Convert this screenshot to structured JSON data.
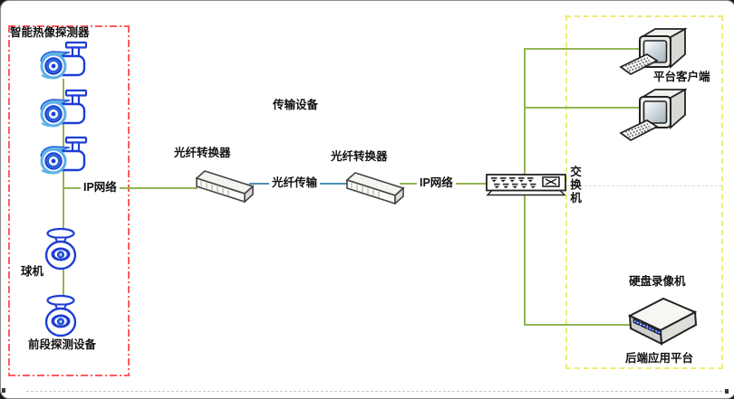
{
  "regions": {
    "front": {
      "title": "智能热像探测器",
      "dome_label": "球机",
      "caption": "前段探测设备",
      "camera_count": 3,
      "dome_count": 2
    },
    "transmission": {
      "caption": "传输设备",
      "converter_left": "光纤转换器",
      "converter_right": "光纤转换器"
    },
    "back": {
      "clients_caption": "平台客户端",
      "client_count": 2,
      "dvr_caption": "硬盘录像机",
      "platform_caption": "后端应用平台"
    }
  },
  "links": {
    "ip_front": "IP网络",
    "fiber": "光纤传输",
    "ip_back": "IP网络"
  },
  "switch": {
    "label": "交换机"
  },
  "icons": {
    "camera": "bullet-camera-icon",
    "dome": "dome-camera-icon",
    "converter": "fiber-converter-icon",
    "switch": "network-switch-icon",
    "client": "desktop-monitor-icon",
    "keyboard": "keyboard-icon",
    "dvr": "dvr-box-icon"
  },
  "colors": {
    "link_green": "#93b554",
    "link_fiber_blue": "#4b93b4",
    "front_box_red": "#ff5c5c",
    "back_box_yellow": "#f0ec72",
    "camera_blue": "#1c3ed6",
    "camera_light_blue": "#5cb0e8"
  }
}
